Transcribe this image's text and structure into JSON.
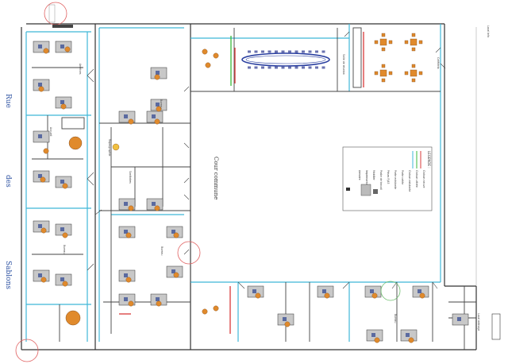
{
  "street": {
    "rue": "Rue",
    "des": "des",
    "sablons": "Sablons"
  },
  "courtyard": {
    "label": "Cour commune"
  },
  "legend": {
    "title": "LEGENDE :",
    "entries": [
      "Cloison neuve",
      "Cloison vitrée",
      "Cloison existante",
      "Porte créée",
      "Porte existante",
      "Prises RJ45",
      "Poste de travail",
      "Mobilier",
      "Imprimante",
      "Armoire"
    ]
  },
  "rooms": {
    "local_info": "Local info",
    "local_menage": "Local ménage",
    "salle_reunion": "Salle de réunion",
    "cafeteria": "Cafétéria",
    "accueil": "Accueil",
    "archives": "Archives",
    "bureau": "Bureau",
    "reprographie": "Reprographie",
    "sanitaires": "Sanitaires"
  },
  "colors": {
    "wall": "#333333",
    "glazed_partition": "#3fb8d8",
    "new_partition": "#d83838",
    "green_partition": "#38b838",
    "chair": "#e08a2c",
    "desk": "#c8c8c8",
    "marker": "#e06060"
  }
}
